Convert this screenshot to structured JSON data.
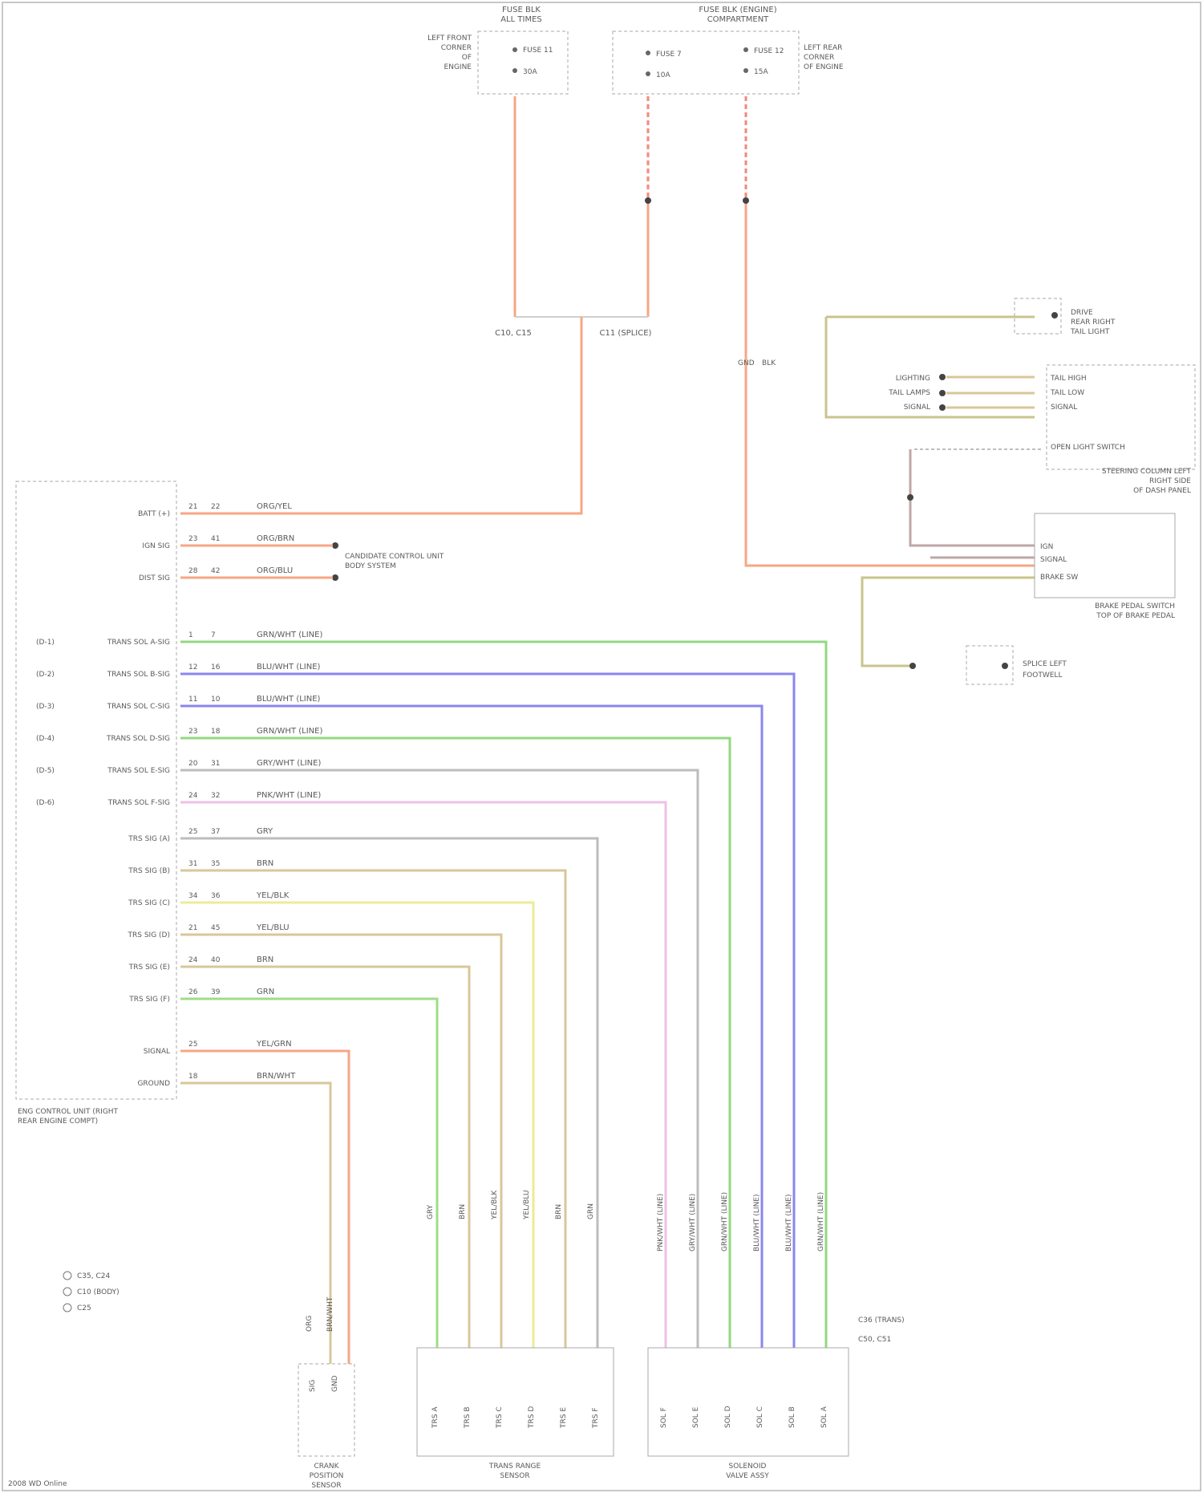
{
  "colors": {
    "orange": "#f7a684",
    "orange_dashed": "#f08a78",
    "olive": "#c9c48c",
    "green": "#93d881",
    "blue": "#8a86ef",
    "gray": "#bcbcbc",
    "pink": "#efc0e8",
    "yellow": "#eceb98",
    "tan": "#d8c79a",
    "lightgreen": "#9fdc8a",
    "box_dashed": "#a8a8a8"
  },
  "top_components": {
    "c1_title": "FUSE BLK",
    "c1_sub": "ALL TIMES",
    "c1_side": [
      "LEFT FRONT",
      "CORNER",
      "OF",
      "ENGINE"
    ],
    "c1_pins": [
      "FUSE 11",
      "30A"
    ],
    "c2_title": "FUSE BLK (ENGINE)",
    "c2_sub": "COMPARTMENT",
    "c2_side": [
      "LEFT REAR",
      "CORNER",
      "OF ENGINE"
    ],
    "c2_pins_left": [
      "FUSE 7",
      "10A"
    ],
    "c2_pins_right": [
      "FUSE 12",
      "15A"
    ]
  },
  "splices": {
    "left": "C10, C15",
    "right": "C11 (SPLICE)"
  },
  "right_side": {
    "comp_a_label": [
      "DRIVE",
      "REAR RIGHT",
      "TAIL LIGHT"
    ],
    "comp_b_pins": [
      "TAIL HIGH",
      "TAIL LOW",
      "SIGNAL"
    ],
    "comp_b_inputs": [
      "LIGHTING",
      "TAIL LAMPS",
      "SIGNAL"
    ],
    "comp_b_sub": "OPEN LIGHT SWITCH",
    "comp_b_note": [
      "STEERING COLUMN LEFT",
      "RIGHT SIDE",
      "OF DASH PANEL"
    ],
    "comp_c_pins": [
      "IGN",
      "SIGNAL",
      "BRAKE SW"
    ],
    "comp_c_label": [
      "BRAKE PEDAL SWITCH",
      "TOP OF BRAKE PEDAL"
    ],
    "comp_d_label": [
      "SPLICE LEFT",
      "FOOTWELL"
    ],
    "ground_label": [
      "GND",
      "BLK"
    ]
  },
  "module": {
    "name": [
      "ENG CONTROL UNIT (RIGHT",
      "REAR ENGINE COMPT)"
    ],
    "rows": [
      {
        "label": "BATT (+)",
        "pins": [
          "21",
          "22"
        ],
        "wire": "ORG/YEL"
      },
      {
        "label": "IGN SIG",
        "pins": [
          "23",
          "41"
        ],
        "wire": "ORG/BRN"
      },
      {
        "label": "DIST SIG",
        "pins": [
          "28",
          "42"
        ],
        "wire": "ORG/BLU"
      },
      {
        "label": "TRANS SOL A-SIG",
        "pins": [
          "1",
          "7"
        ],
        "wire": "GRN/WHT (LINE)"
      },
      {
        "label": "TRANS SOL B-SIG",
        "pins": [
          "12",
          "16"
        ],
        "wire": "BLU/WHT (LINE)"
      },
      {
        "label": "TRANS SOL C-SIG",
        "pins": [
          "11",
          "10"
        ],
        "wire": "BLU/WHT (LINE)"
      },
      {
        "label": "TRANS SOL D-SIG",
        "pins": [
          "23",
          "18"
        ],
        "wire": "GRN/WHT (LINE)"
      },
      {
        "label": "TRANS SOL E-SIG",
        "pins": [
          "20",
          "31"
        ],
        "wire": "GRY/WHT (LINE)"
      },
      {
        "label": "TRANS SOL F-SIG",
        "pins": [
          "24",
          "32"
        ],
        "wire": "PNK/WHT (LINE)"
      },
      {
        "label": "TRS SIG (A)",
        "pins": [
          "25",
          "37"
        ],
        "wire": "GRY"
      },
      {
        "label": "TRS SIG (B)",
        "pins": [
          "31",
          "35"
        ],
        "wire": "BRN"
      },
      {
        "label": "TRS SIG (C)",
        "pins": [
          "34",
          "36"
        ],
        "wire": "YEL/BLK"
      },
      {
        "label": "TRS SIG (D)",
        "pins": [
          "21",
          "45"
        ],
        "wire": "YEL/BLU"
      },
      {
        "label": "TRS SIG (E)",
        "pins": [
          "24",
          "40"
        ],
        "wire": "BRN"
      },
      {
        "label": "TRS SIG (F)",
        "pins": [
          "26",
          "39"
        ],
        "wire": "GRN"
      },
      {
        "label": "SIGNAL",
        "pins": [
          "25"
        ],
        "wire": "YEL/GRN"
      },
      {
        "label": "GROUND",
        "pins": [
          "18"
        ],
        "wire": "BRN/WHT"
      }
    ],
    "row_codes": [
      "(D-1)",
      "(D-2)",
      "(D-3)",
      "(D-4)",
      "(D-5)",
      "(D-6)"
    ],
    "right_splice_label": [
      "CANDIDATE CONTROL UNIT",
      "BODY SYSTEM"
    ]
  },
  "bottom": {
    "legend": [
      "C35, C24",
      "C10 (BODY)",
      "C25"
    ],
    "comp_left_label": [
      "CRANK",
      "POSITION",
      "SENSOR"
    ],
    "comp_mid_label": [
      "TRANS RANGE",
      "SENSOR"
    ],
    "comp_right_label": [
      "SOLENOID",
      "VALVE ASSY"
    ],
    "right_conn_labels": [
      "C36 (TRANS)",
      "C50, C51"
    ],
    "crank_wire_labels": [
      "ORG",
      "BRN/WHT"
    ],
    "trs_wire_labels": [
      "GRY",
      "BRN",
      "YEL/BLK",
      "YEL/BLU",
      "BRN",
      "GRN"
    ],
    "sol_wire_labels": [
      "PNK/WHT (LINE)",
      "GRY/WHT (LINE)",
      "GRN/WHT (LINE)",
      "BLU/WHT (LINE)",
      "BLU/WHT (LINE)",
      "GRN/WHT (LINE)"
    ],
    "sol_pins": [
      "SOL F",
      "SOL E",
      "SOL D",
      "SOL C",
      "SOL B",
      "SOL A"
    ],
    "trs_pins": [
      "TRS A",
      "TRS B",
      "TRS C",
      "TRS D",
      "TRS E",
      "TRS F"
    ],
    "crank_pins": [
      "SIG",
      "GND"
    ]
  },
  "footer": "2008 WD Online"
}
